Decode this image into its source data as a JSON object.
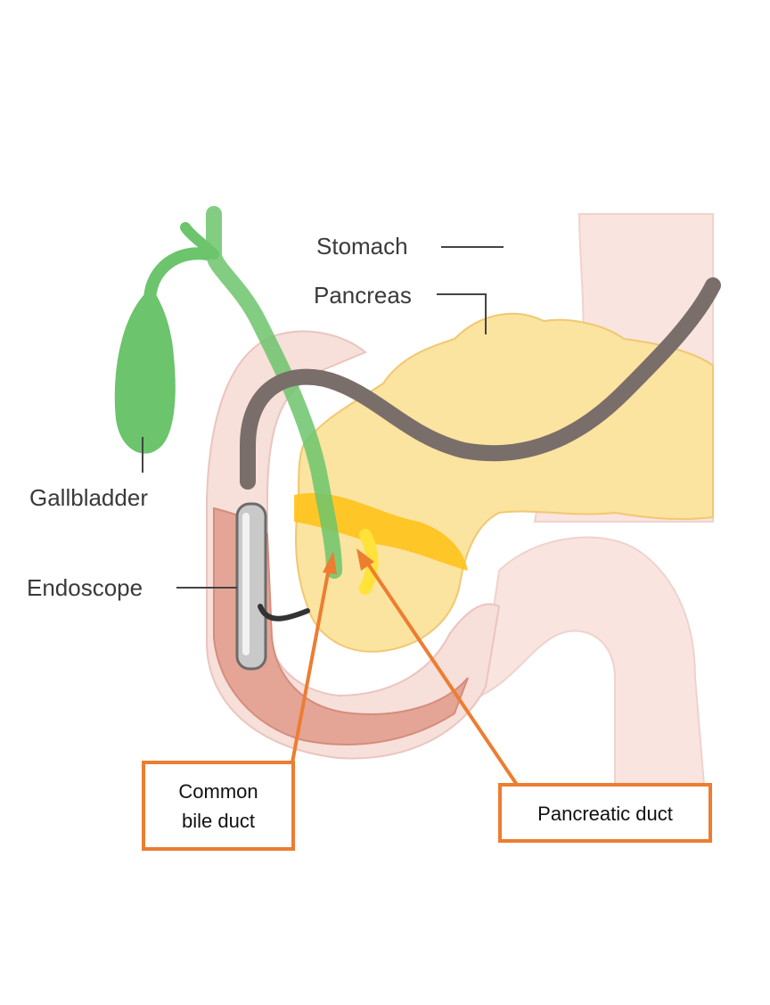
{
  "labels": {
    "stomach": "Stomach",
    "pancreas": "Pancreas",
    "gallbladder": "Gallbladder",
    "endoscope": "Endoscope"
  },
  "callouts": {
    "common_bile_duct_line1": "Common",
    "common_bile_duct_line2": "bile duct",
    "pancreatic_duct": "Pancreatic duct"
  },
  "colors": {
    "callout_border": "#ed7d31",
    "bile_green": "#6cc46c",
    "pancreas_yellow": "#fbe3a0",
    "duodenum_pink": "#f7dfda",
    "duodenum_inner": "#e4a596",
    "endoscope_gray": "#7a6e6a"
  }
}
